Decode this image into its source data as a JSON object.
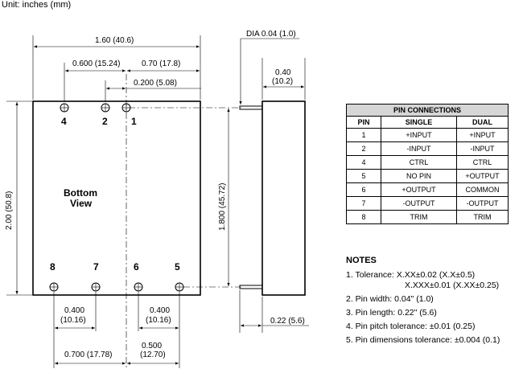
{
  "unit_label": "Unit: inches (mm)",
  "drawing": {
    "bottom_view_line1": "Bottom",
    "bottom_view_line2": "View",
    "dims": {
      "overall_width": "1.60 (40.6)",
      "pin4_to_pin1": "0.600 (15.24)",
      "pin1_to_right": "0.70 (17.8)",
      "pin2_to_pin1": "0.200 (5.08)",
      "pin_dia": "DIA 0.04 (1.0)",
      "side_thickness_in": "0.40",
      "side_thickness_mm": "(10.2)",
      "overall_height": "2.00 (50.8)",
      "pin_row_spacing": "1.800 (45.72)",
      "pin_length": "0.22 (5.6)",
      "pin8_to_pin7_in": "0.400",
      "pin8_to_pin7_mm": "(10.16)",
      "pin6_to_pin5_in": "0.400",
      "pin6_to_pin5_mm": "(10.16)",
      "pin8_to_center": "0.700 (17.78)",
      "center_to_pin5_in": "0.500",
      "center_to_pin5_mm": "(12.70)"
    },
    "pin_labels": {
      "p1": "1",
      "p2": "2",
      "p4": "4",
      "p5": "5",
      "p6": "6",
      "p7": "7",
      "p8": "8"
    }
  },
  "pin_table": {
    "title": "PIN CONNECTIONS",
    "headers": [
      "PIN",
      "SINGLE",
      "DUAL"
    ],
    "rows": [
      [
        "1",
        "+INPUT",
        "+INPUT"
      ],
      [
        "2",
        "-INPUT",
        "-INPUT"
      ],
      [
        "4",
        "CTRL",
        "CTRL"
      ],
      [
        "5",
        "NO PIN",
        "+OUTPUT"
      ],
      [
        "6",
        "+OUTPUT",
        "COMMON"
      ],
      [
        "7",
        "-OUTPUT",
        "-OUTPUT"
      ],
      [
        "8",
        "TRIM",
        "TRIM"
      ]
    ]
  },
  "notes": {
    "title": "NOTES",
    "items": [
      "1. Tolerance: X.XX±0.02 (X.X±0.5)",
      "X.XXX±0.01 (X.XX±0.25)",
      "2. Pin width: 0.04\" (1.0)",
      "3. Pin length: 0.22\" (5.6)",
      "4. Pin pitch tolerance: ±0.01 (0.25)",
      "5. Pin dimensions tolerance: ±0.004 (0.1)"
    ]
  }
}
